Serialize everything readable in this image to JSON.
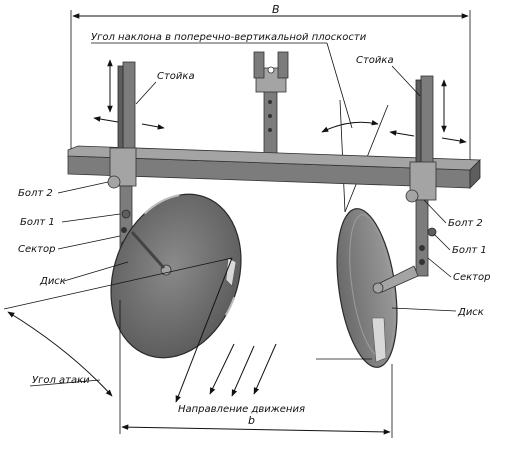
{
  "labels": {
    "dim_B": "B",
    "dim_b": "b",
    "tilt_angle": "Угол наклона в поперечно-вертикальной плоскости",
    "post_left": "Стойка",
    "post_right": "Стойка",
    "bolt2_left": "Болт 2",
    "bolt1_left": "Болт 1",
    "sector_left": "Сектор",
    "disk_left": "Диск",
    "bolt2_right": "Болт 2",
    "bolt1_right": "Болт 1",
    "sector_right": "Сектор",
    "disk_right": "Диск",
    "attack_angle": "Угол атаки",
    "direction": "Направление движения"
  },
  "colors": {
    "steel": "#7c7c7c",
    "ink": "#111111"
  }
}
